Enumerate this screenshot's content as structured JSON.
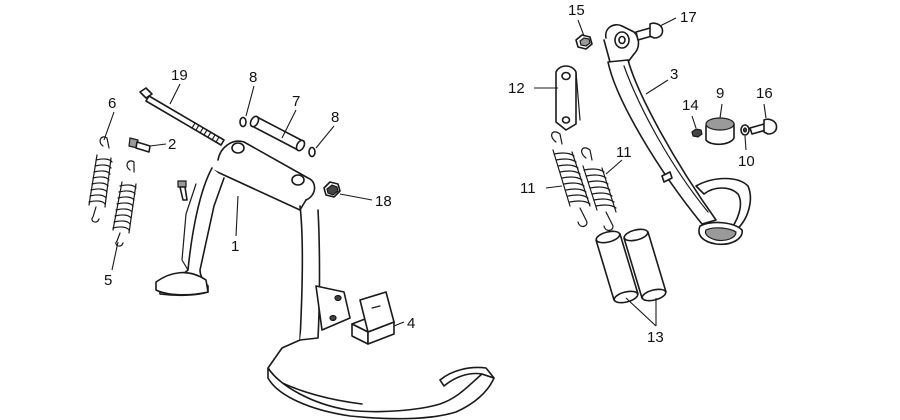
{
  "callouts": {
    "c1": "1",
    "c2": "2",
    "c3": "3",
    "c4": "4",
    "c5": "5",
    "c6": "6",
    "c7": "7",
    "c8a": "8",
    "c8b": "8",
    "c9": "9",
    "c10": "10",
    "c11a": "11",
    "c11b": "11",
    "c12": "12",
    "c13": "13",
    "c14": "14",
    "c15": "15",
    "c16": "16",
    "c17": "17",
    "c18": "18",
    "c19": "19"
  }
}
